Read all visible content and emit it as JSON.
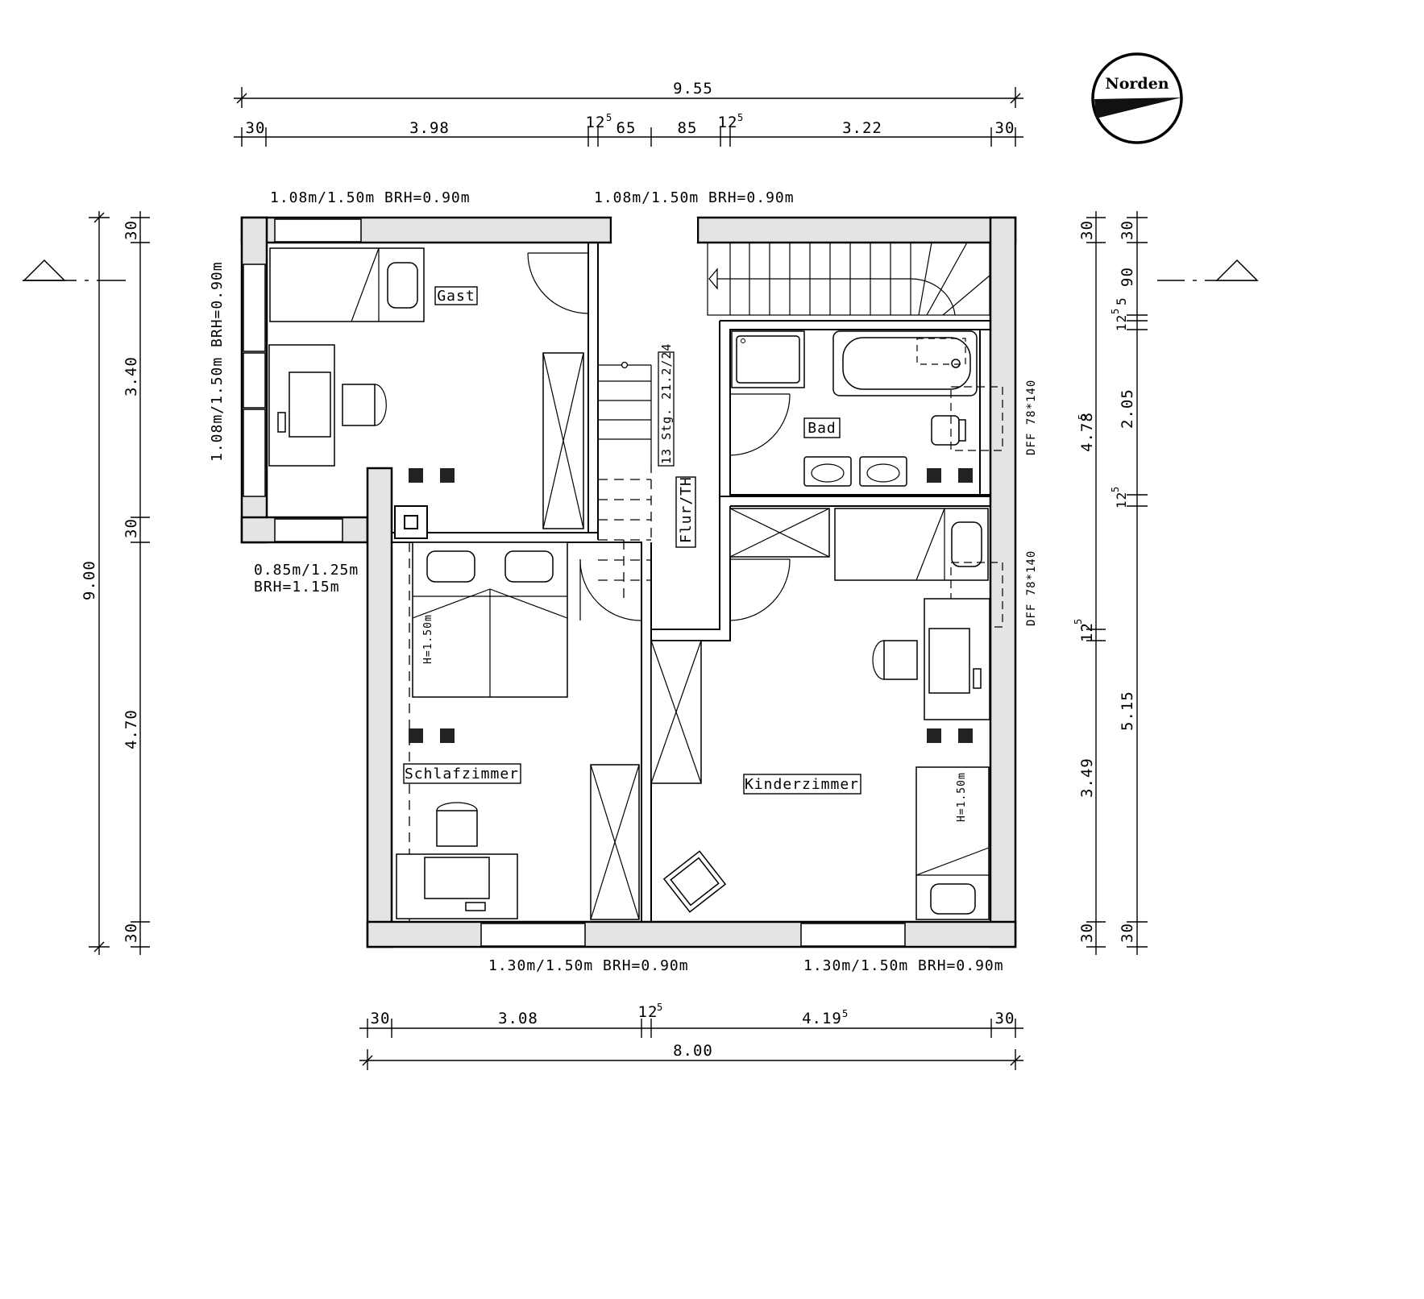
{
  "compass": {
    "label": "Norden"
  },
  "rooms": {
    "gast": "Gast",
    "bad": "Bad",
    "schlafzimmer": "Schlafzimmer",
    "kinderzimmer": "Kinderzimmer",
    "flur": "Flur/TH",
    "stairs": "13 Stg. 21.2/24"
  },
  "windows": {
    "gast_top": "1.08m/1.50m BRH=0.90m",
    "flur_top": "1.08m/1.50m BRH=0.90m",
    "gast_left": "1.08m/1.50m BRH=0.90m",
    "small_left_1": "0.85m/1.25m",
    "small_left_2": "BRH=1.15m",
    "schlaf_bottom": "1.30m/1.50m BRH=0.90m",
    "kinder_bottom": "1.30m/1.50m BRH=0.90m",
    "dff_1": "DFF 78*140",
    "dff_2": "DFF 78*140",
    "bed_height_1": "H=1.50m",
    "bed_height_2": "H=1.50m"
  },
  "dimensions": {
    "top_total": "9.55",
    "top_segments": [
      "30",
      "3.98",
      "12",
      "65",
      "85",
      "12",
      "3.22",
      "30"
    ],
    "top_superscripts": [
      "5",
      "5"
    ],
    "bottom_segments": [
      "30",
      "3.08",
      "12",
      "4.19",
      "30"
    ],
    "bottom_superscripts": [
      "5",
      "5"
    ],
    "bottom_total": "8.00",
    "left_total": "9.00",
    "left_segments": [
      "30",
      "3.40",
      "30",
      "4.70",
      "30"
    ],
    "right_total": "4.78",
    "right_total_sup": "5",
    "right_segments_outer": [
      "30",
      "90",
      "12",
      "5",
      "2.05",
      "12",
      "5.15",
      "30"
    ],
    "right_superscripts": [
      "5",
      "5"
    ],
    "right_inner": [
      "30",
      "12",
      "3.49",
      "30"
    ],
    "right_inner_sup": "5"
  }
}
